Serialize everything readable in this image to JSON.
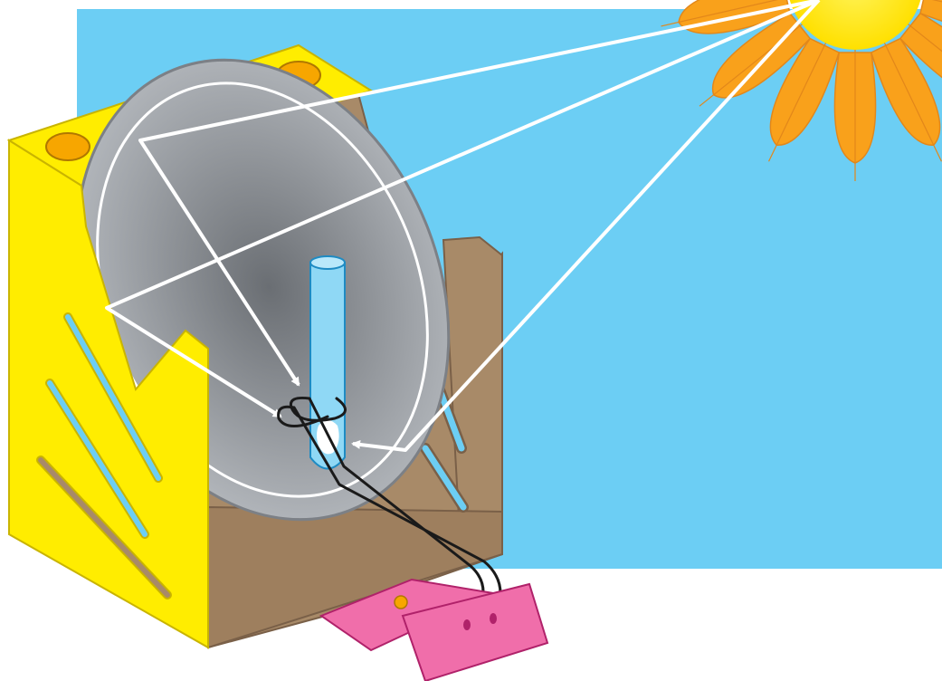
{
  "diagram": {
    "type": "illustration",
    "labels": [],
    "colors": {
      "sky": "#6CCEF4",
      "sun_core": "#FFEC00",
      "sun_rays": "#F9A11B",
      "sun_ray_lines": "#E2871A",
      "stand_yellow": "#FFED00",
      "stand_edge": "#C9B400",
      "cardboard": "#A88A68",
      "cardboard_edge": "#7A6048",
      "dish_light": "#BFC3C8",
      "dish_dark": "#6A6E73",
      "dish_rim": "#7C8086",
      "light_ray": "#FFFFFF",
      "test_tube": "#8FD8F5",
      "test_tube_edge": "#1E8BC3",
      "wire": "#1A1A1A",
      "pink_base": "#F06EAA",
      "pink_edge": "#B0226A",
      "knob": "#F7A600"
    },
    "components": [
      "sun",
      "sky-panel",
      "parabolic-dish-reflector",
      "yellow-stand",
      "cardboard-support",
      "test-tube",
      "thermocouple-wire",
      "pink-connector-base",
      "reflected-light-rays"
    ]
  }
}
